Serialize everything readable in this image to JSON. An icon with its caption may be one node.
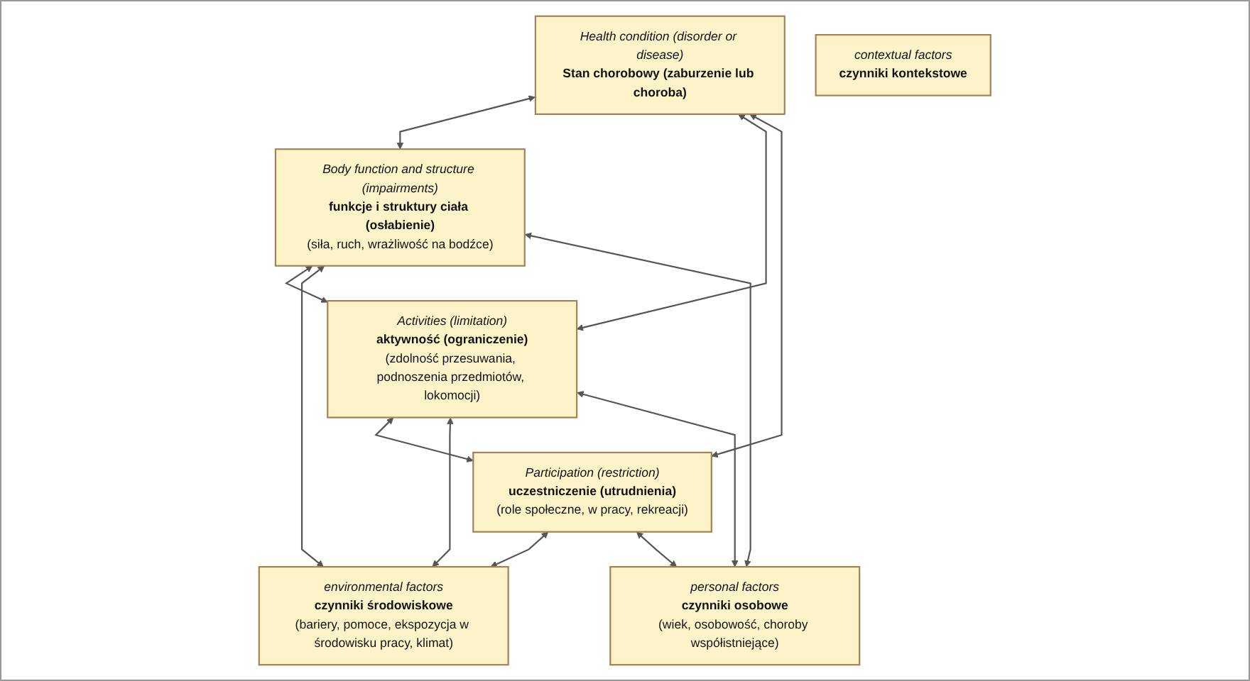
{
  "diagram": {
    "nodes": [
      {
        "text": [
          "Health condition (disorder or disease)",
          "Stan chorobowy (zaburzenie lub choroba)"
        ]
      },
      {
        "text": [
          "Body function and structure (impairments)",
          "funkcje i struktury ciała (osłabienie)",
          "(siła, ruch, wrażliwość na bodźce)"
        ]
      },
      {
        "text": [
          "Activities (limitation)",
          "aktywność (ograniczenie)",
          "(zdolność przesuwania, podnoszenia przedmiotów, lokomocji)"
        ]
      },
      {
        "text": [
          "Participation (restriction)",
          "uczestniczenie (utrudnienia)",
          "(role społeczne, w pracy, rekreacji)"
        ]
      },
      {
        "text": [
          "environmental factors",
          "czynniki środowiskowe",
          "(bariery, pomoce, ekspozycja w środowisku pracy, klimat)"
        ]
      },
      {
        "text": [
          "personal factors",
          "czynniki osobowe",
          "(wiek, osobowość, choroby współistniejące)"
        ]
      },
      {
        "text": [
          "contextual factors",
          "czynniki kontekstowe"
        ]
      }
    ],
    "edges": [
      {
        "from": 0,
        "to": 1,
        "arrow": "both"
      },
      {
        "from": 0,
        "to": 2,
        "arrow": "both"
      },
      {
        "from": 0,
        "to": 3,
        "arrow": "both"
      },
      {
        "from": 1,
        "to": 2,
        "arrow": "both"
      },
      {
        "from": 2,
        "to": 3,
        "arrow": "both"
      },
      {
        "from": 1,
        "to": 4,
        "arrow": "both"
      },
      {
        "from": 2,
        "to": 4,
        "arrow": "both"
      },
      {
        "from": 3,
        "to": 4,
        "arrow": "both"
      },
      {
        "from": 1,
        "to": 5,
        "arrow": "both"
      },
      {
        "from": 2,
        "to": 5,
        "arrow": "both"
      },
      {
        "from": 3,
        "to": 5,
        "arrow": "both"
      }
    ]
  }
}
